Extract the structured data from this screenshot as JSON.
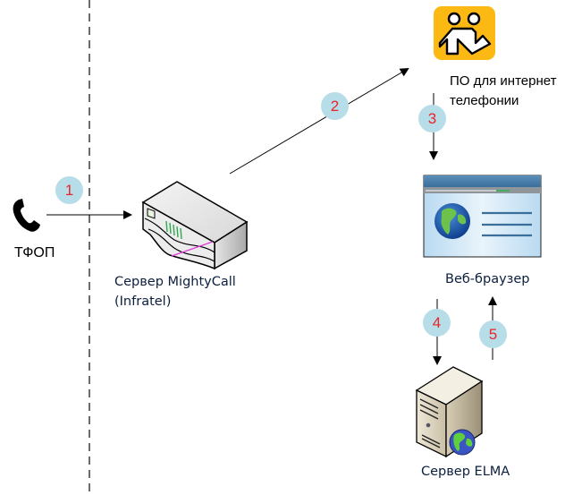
{
  "diagram": {
    "nodes": {
      "pstn": {
        "label": "ТФОП",
        "icon": "phone-icon"
      },
      "mightycall": {
        "label_line1": "Сервер MightyCall",
        "label_line2": "(Infratel)",
        "icon": "server-appliance-icon"
      },
      "softphone": {
        "label_line1": "ПО для интернет",
        "label_line2": "телефонии",
        "icon": "softphone-app-icon"
      },
      "browser": {
        "label": "Веб-браузер",
        "icon": "web-browser-icon"
      },
      "elma": {
        "label": "Сервер ELMA",
        "icon": "web-server-icon"
      }
    },
    "steps": [
      {
        "number": "1",
        "from": "ТФОП",
        "to": "Сервер MightyCall"
      },
      {
        "number": "2",
        "from": "Сервер MightyCall",
        "to": "ПО для интернет телефонии"
      },
      {
        "number": "3",
        "from": "ПО для интернет телефонии",
        "to": "Веб-браузер"
      },
      {
        "number": "4",
        "from": "Веб-браузер",
        "to": "Сервер ELMA"
      },
      {
        "number": "5",
        "from": "Сервер ELMA",
        "to": "Веб-браузер"
      }
    ],
    "colors": {
      "badge_fill": "#b7dde8",
      "badge_text": "#e8252a",
      "app_icon_bg": "#fdb913",
      "divider": "#6b6b6b"
    }
  }
}
